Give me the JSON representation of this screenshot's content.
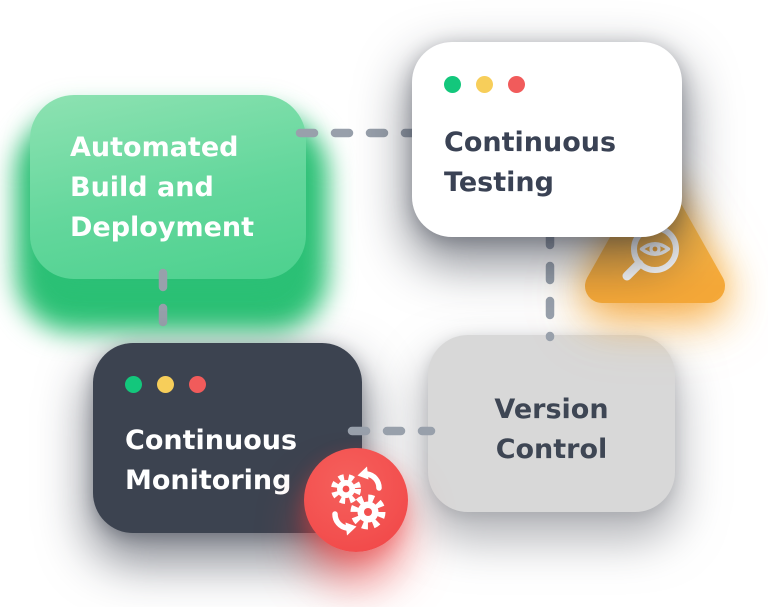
{
  "diagram": {
    "type": "ci-cd-workflow",
    "cards": {
      "build_deploy": {
        "label": "Automated Build and Deployment",
        "variant": "green"
      },
      "testing": {
        "label": "Continuous Testing",
        "variant": "white",
        "has_window_dots": true
      },
      "monitoring": {
        "label": "Continuous Monitoring",
        "variant": "dark",
        "has_window_dots": true
      },
      "version_control": {
        "label": "Version Control",
        "variant": "gray"
      }
    },
    "window_dots": {
      "green": "#13C77C",
      "yellow": "#F7CE5A",
      "red": "#F15B5B"
    },
    "badges": {
      "inspection": {
        "icon": "eye-magnifier",
        "shape": "rounded-triangle",
        "color": "#F6AE3F"
      },
      "automation": {
        "icon": "gears-sync",
        "shape": "circle",
        "color": "#F3504F"
      }
    },
    "connectors": {
      "style": "dashed",
      "color": "#98A0AB",
      "links": [
        "build_deploy ↔ testing",
        "build_deploy ↔ monitoring",
        "testing ↔ version_control",
        "monitoring ↔ version_control"
      ]
    },
    "palette": {
      "card_green_top": "#8EE2B2",
      "card_green_bottom": "#4CD18E",
      "green_glow": "#2BC175",
      "card_white": "#FFFFFF",
      "card_dark": "#3C4350",
      "card_gray": "#D8D8D8",
      "text_on_light": "#3A4254",
      "text_on_dark": "#FFFFFF"
    }
  }
}
